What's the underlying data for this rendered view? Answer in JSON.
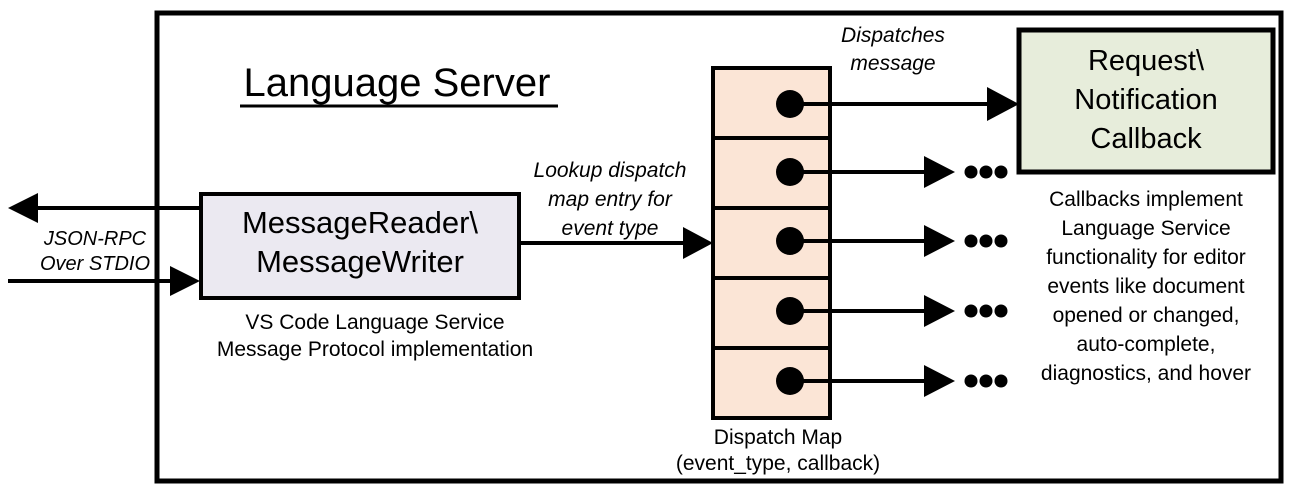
{
  "diagram": {
    "title": "Language Server",
    "frame_label": "language-server-boundary",
    "external_channel": {
      "line1": "JSON-RPC",
      "line2": "Over STDIO"
    },
    "reader_box": {
      "line1": "MessageReader\\",
      "line2": "MessageWriter",
      "fill": "#EBE9F1",
      "caption_line1": "VS Code Language Service",
      "caption_line2": "Message Protocol implementation"
    },
    "lookup_edge": {
      "line1": "Lookup dispatch",
      "line2": "map entry for",
      "line3": "event type"
    },
    "dispatch_map": {
      "fill": "#FBE5D6",
      "caption_line1": "Dispatch Map",
      "caption_line2": "(event_type, callback)",
      "rows": [
        {
          "index": 1,
          "target": "callback-box"
        },
        {
          "index": 2,
          "target": "ellipsis"
        },
        {
          "index": 3,
          "target": "ellipsis"
        },
        {
          "index": 4,
          "target": "ellipsis"
        },
        {
          "index": 5,
          "target": "ellipsis"
        }
      ],
      "ellipsis": "• • •"
    },
    "dispatch_edge": {
      "line1": "Dispatches",
      "line2": "message"
    },
    "callback_box": {
      "line1": "Request\\",
      "line2": "Notification",
      "line3": "Callback",
      "fill": "#E7EDDB"
    },
    "callback_note": {
      "line1": "Callbacks implement",
      "line2": "Language Service",
      "line3": "functionality for editor",
      "line4": "events like document",
      "line5": "opened or changed,",
      "line6": "auto-complete,",
      "line7": "diagnostics, and hover"
    }
  }
}
